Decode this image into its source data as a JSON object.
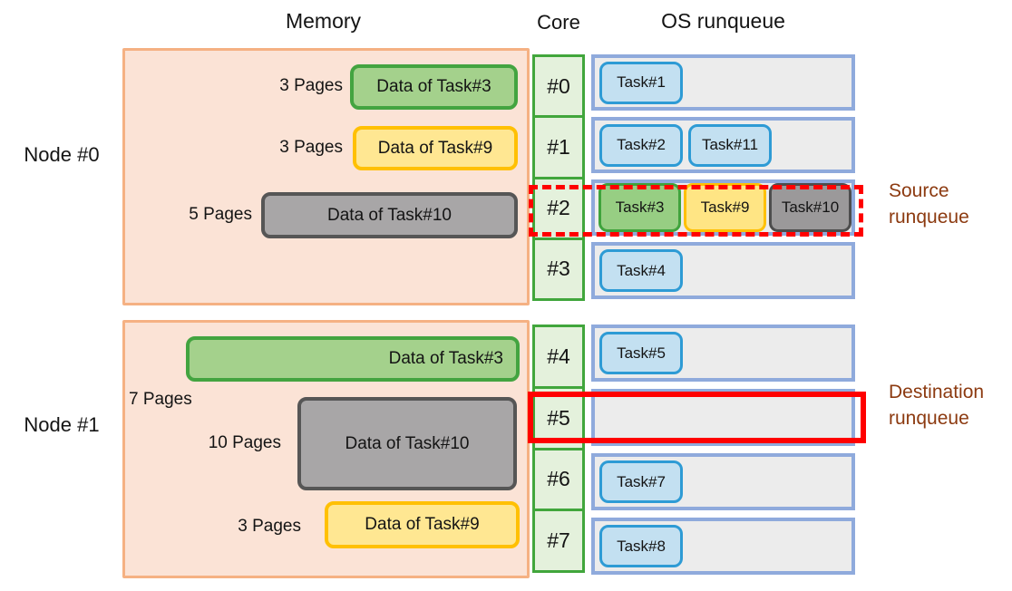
{
  "header": {
    "memory": "Memory",
    "core": "Core",
    "os_runqueue": "OS runqueue"
  },
  "colors": {
    "memory_fill": "#FBE3D6",
    "memory_border": "#F5B183",
    "green_fill": "#A4D18C",
    "green_border": "#43A440",
    "yellow_fill": "#FFE792",
    "yellow_border": "#FFC003",
    "gray_fill": "#A8A6A7",
    "gray_border": "#565656",
    "core_fill": "#E4F1DC",
    "core_border": "#41A63C",
    "runqueue_fill": "#ECECEC",
    "runqueue_border": "#8FAADC",
    "task_fill": "#C3E0F1",
    "task_border": "#2E9BD5",
    "annotation_red": "#FF0000",
    "annotation_text": "#8C3A10"
  },
  "nodes": [
    {
      "label": "Node #0",
      "memory_blocks": [
        {
          "pages": "3 Pages",
          "label": "Data of Task#3",
          "color": "green"
        },
        {
          "pages": "3 Pages",
          "label": "Data of Task#9",
          "color": "yellow"
        },
        {
          "pages": "5 Pages",
          "label": "Data of Task#10",
          "color": "gray"
        }
      ],
      "cores": [
        {
          "id": "#0",
          "tasks": [
            {
              "label": "Task#1",
              "color": "blue"
            }
          ]
        },
        {
          "id": "#1",
          "tasks": [
            {
              "label": "Task#2",
              "color": "blue"
            },
            {
              "label": "Task#11",
              "color": "blue"
            }
          ]
        },
        {
          "id": "#2",
          "tasks": [
            {
              "label": "Task#3",
              "color": "green"
            },
            {
              "label": "Task#9",
              "color": "yellow"
            },
            {
              "label": "Task#10",
              "color": "gray"
            }
          ]
        },
        {
          "id": "#3",
          "tasks": [
            {
              "label": "Task#4",
              "color": "blue"
            }
          ]
        }
      ]
    },
    {
      "label": "Node #1",
      "memory_blocks": [
        {
          "pages": "7 Pages",
          "label": "Data of Task#3",
          "color": "green"
        },
        {
          "pages": "10 Pages",
          "label": "Data of Task#10",
          "color": "gray"
        },
        {
          "pages": "3 Pages",
          "label": "Data of Task#9",
          "color": "yellow"
        }
      ],
      "cores": [
        {
          "id": "#4",
          "tasks": [
            {
              "label": "Task#5",
              "color": "blue"
            }
          ]
        },
        {
          "id": "#5",
          "tasks": []
        },
        {
          "id": "#6",
          "tasks": [
            {
              "label": "Task#7",
              "color": "blue"
            }
          ]
        },
        {
          "id": "#7",
          "tasks": [
            {
              "label": "Task#8",
              "color": "blue"
            }
          ]
        }
      ]
    }
  ],
  "annotations": {
    "source": {
      "line1": "Source",
      "line2": "runqueue"
    },
    "destination": {
      "line1": "Destination",
      "line2": "runqueue"
    }
  }
}
